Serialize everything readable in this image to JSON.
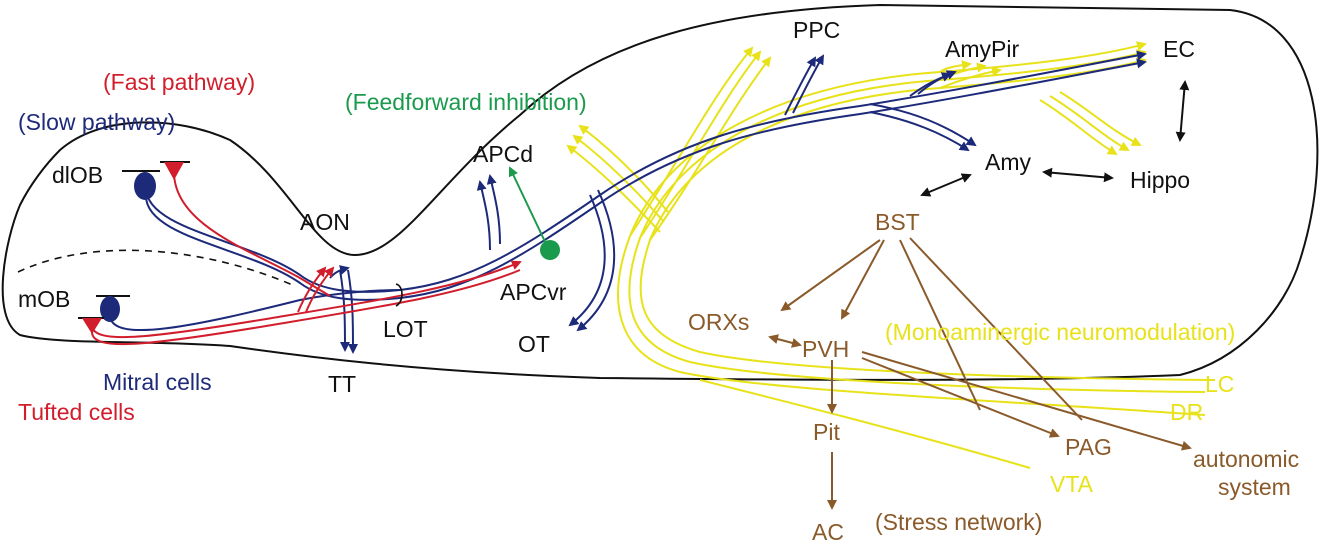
{
  "colors": {
    "outline": "#111111",
    "slow_pathway": "#1d2a7a",
    "fast_pathway": "#d21e2c",
    "feedforward": "#1a9a4c",
    "stress": "#8a5a2a",
    "monoamine": "#e8e21a"
  },
  "legend": {
    "fast_pathway": "(Fast pathway)",
    "slow_pathway": "(Slow pathway)",
    "feedforward_inhibition": "(Feedforward inhibition)",
    "mitral_cells": "Mitral cells",
    "tufted_cells": "Tufted cells",
    "monoaminergic": "(Monoaminergic neuromodulation)",
    "stress_network": "(Stress network)"
  },
  "regions": {
    "dlob": "dlOB",
    "mob": "mOB",
    "aon": "AON",
    "lot": "LOT",
    "tt": "TT",
    "apcd": "APCd",
    "apcvr": "APCvr",
    "ot": "OT",
    "ppc": "PPC",
    "amypir": "AmyPir",
    "ec": "EC",
    "amy": "Amy",
    "hippo": "Hippo",
    "bst": "BST",
    "orxs": "ORXs",
    "pvh": "PVH",
    "pit": "Pit",
    "ac": "AC",
    "pag": "PAG",
    "autonomic_line1": "autonomic",
    "autonomic_line2": "system",
    "lc": "LC",
    "dr": "DR",
    "vta": "VTA"
  }
}
